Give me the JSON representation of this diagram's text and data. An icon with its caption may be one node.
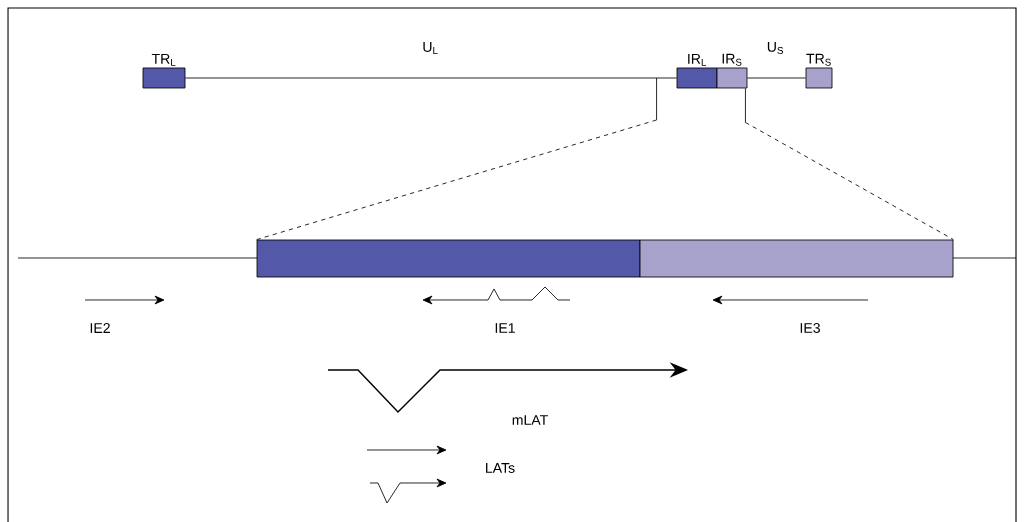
{
  "diagram": {
    "nodes": [
      {
        "text": [
          "TR$_{L}$"
        ]
      },
      {
        "text": [
          "IR$_{L}$"
        ]
      },
      {
        "text": [
          "IR$_{S}$"
        ]
      },
      {
        "text": [
          "TR$_{S}$"
        ]
      },
      {
        "text": [],
        "shape": "box"
      },
      {
        "text": [],
        "shape": "box"
      }
    ],
    "edges": [
      {
        "from": 0,
        "to": 1,
        "arrow": "none",
        "label": "U$_{L}$"
      },
      {
        "from": 2,
        "to": 3,
        "arrow": "none",
        "label": "U$_{S}$"
      },
      {
        "from": 1,
        "to": 4,
        "arrow": "none",
        "style": "dashed"
      },
      {
        "from": 2,
        "to": 5,
        "arrow": "none",
        "style": "dashed"
      }
    ],
    "labels": [
      "IE2",
      "IE1",
      "IE3",
      "mLAT",
      "LATs"
    ]
  }
}
